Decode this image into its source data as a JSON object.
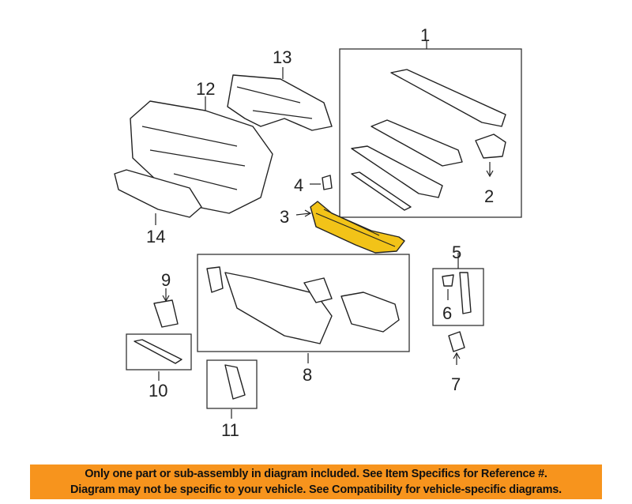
{
  "diagram": {
    "callouts": [
      "1",
      "2",
      "3",
      "4",
      "5",
      "6",
      "7",
      "8",
      "9",
      "10",
      "11",
      "12",
      "13",
      "14"
    ],
    "highlighted_part": "3",
    "highlight_color": "#f2c318"
  },
  "banner": {
    "line1": "Only one part or sub-assembly in diagram included. See Item Specifics for Reference #.",
    "line2": "Diagram may not be specific to your vehicle. See Compatibility for vehicle-specific diagrams.",
    "background_color": "#f7941d"
  }
}
